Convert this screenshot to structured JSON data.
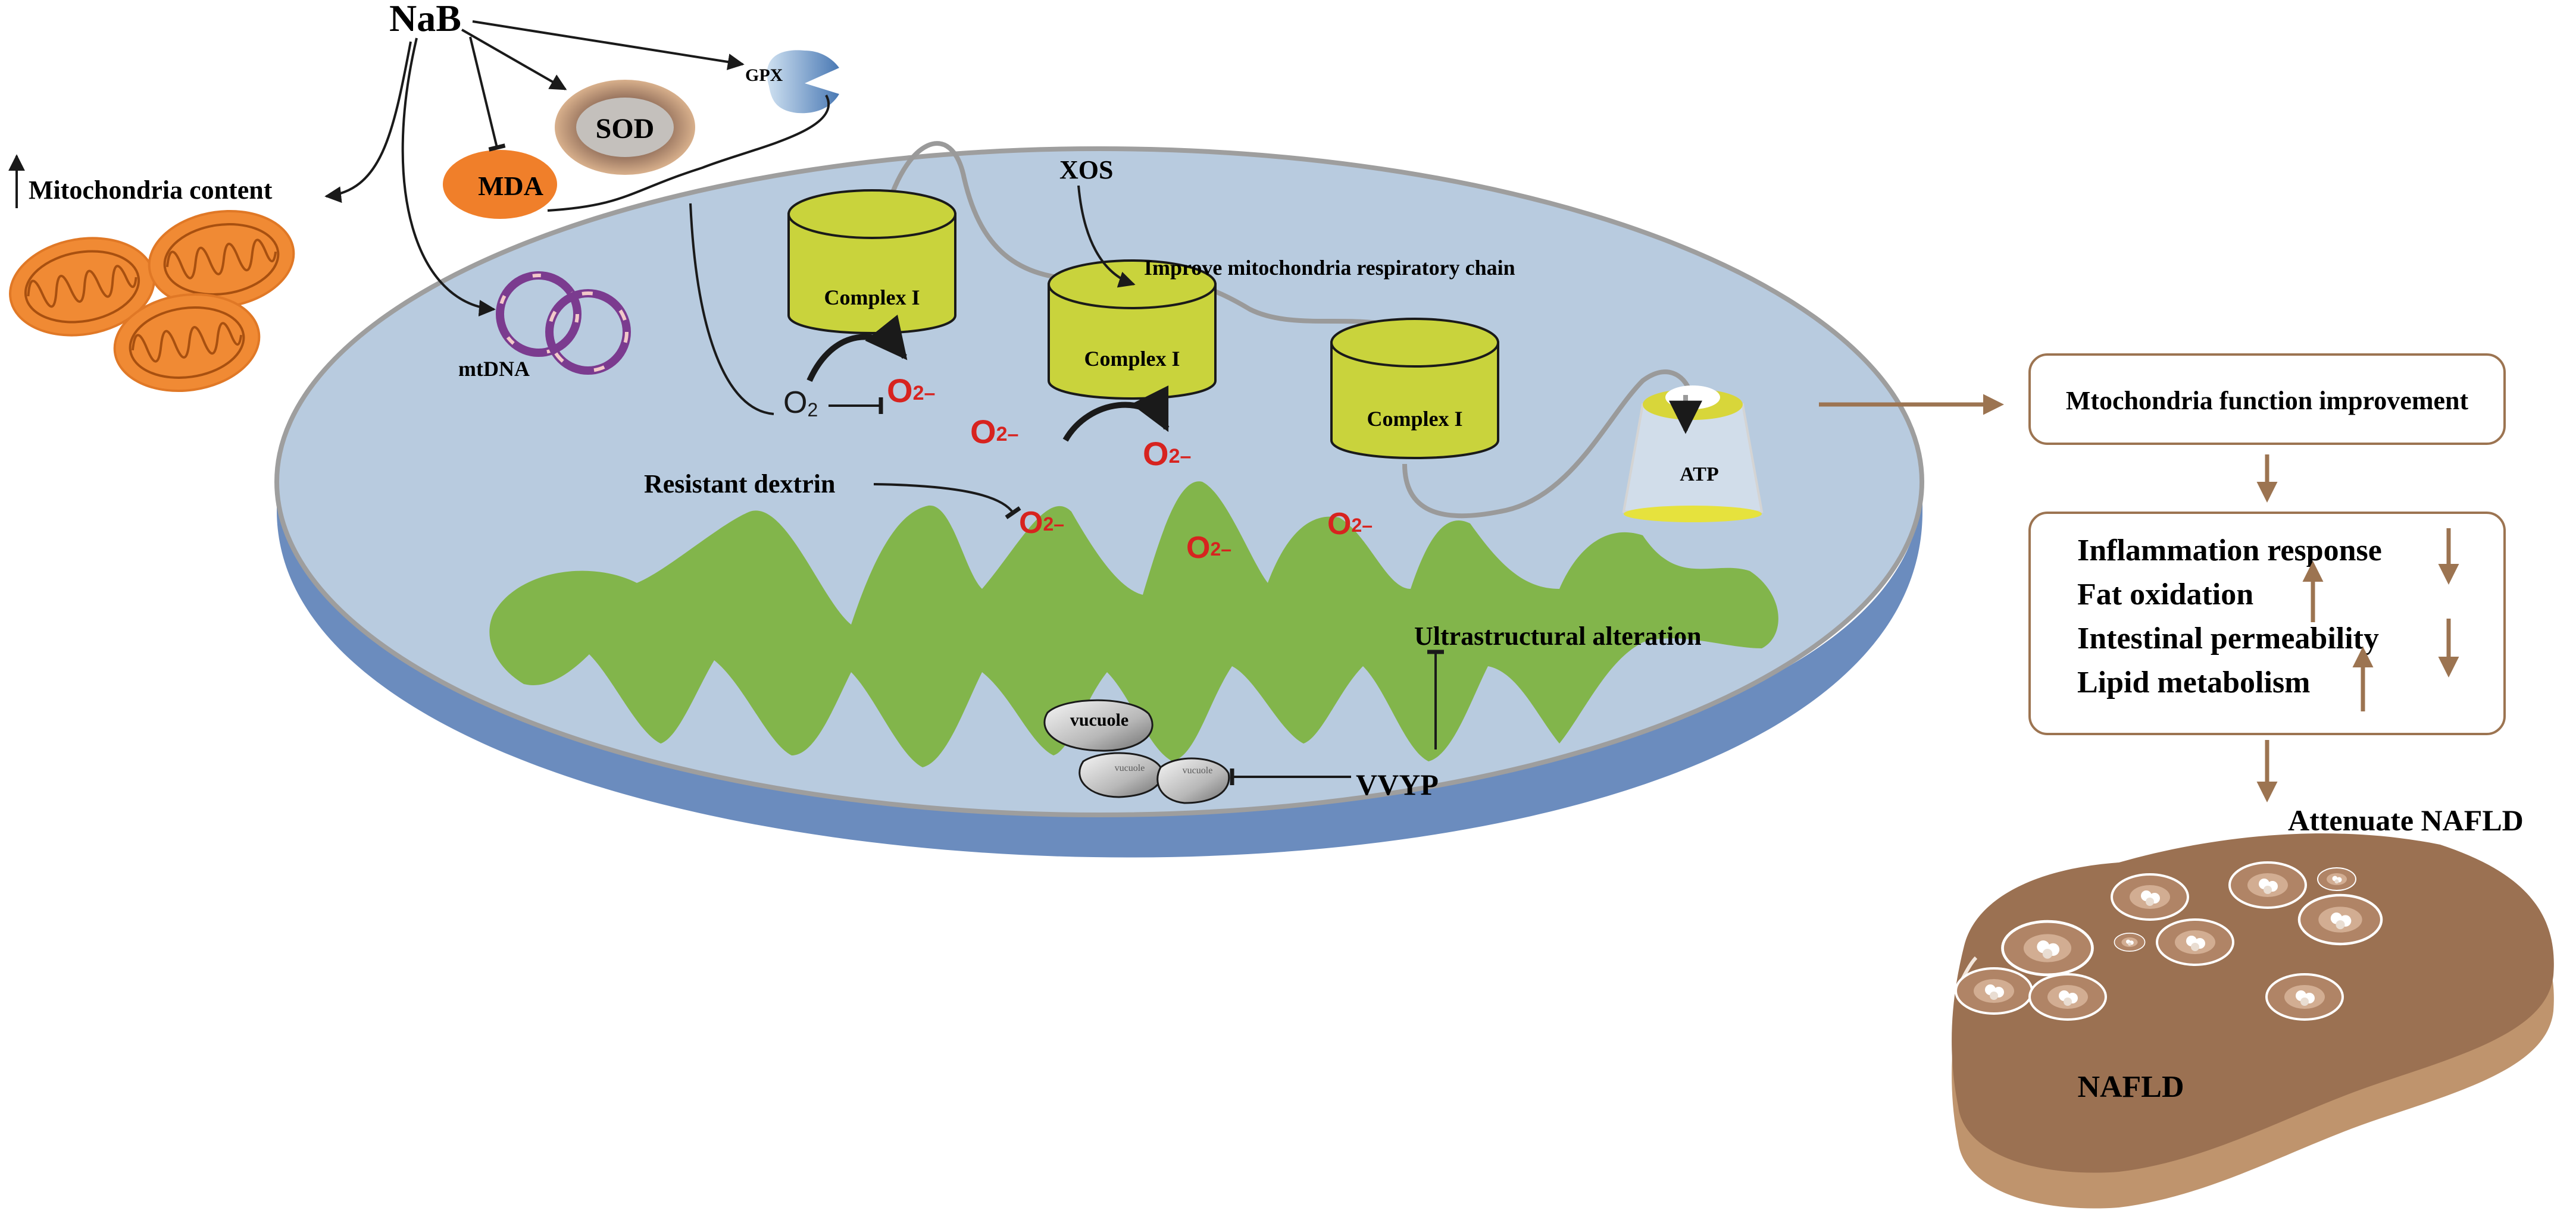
{
  "labels": {
    "nab": "NaB",
    "gpx": "GPX",
    "sod": "SOD",
    "mda": "MDA",
    "mito_content": "Mitochondria content",
    "mtdna": "mtDNA",
    "xos": "XOS",
    "improve_chain": "Improve mitochondria respiratory chain",
    "complex_1": "Complex I",
    "complex_2": "Complex I",
    "complex_3": "Complex I",
    "atp": "ATP",
    "o2": "O",
    "o2_sub": "2",
    "o2minus": "O",
    "o2minus_sup": "2–",
    "resistant_dextrin": "Resistant dextrin",
    "ultrastructural": "Ultrastructural alteration",
    "vucuole_1": "vucuole",
    "vucuole_2": "vucuole",
    "vucuole_3": "vucuole",
    "vvyp": "VVYP",
    "function_box": "Mtochondria function improvement",
    "outcome_1": "Inflammation response",
    "outcome_2": "Fat oxidation",
    "outcome_3": "Intestinal permeability",
    "outcome_4": "Lipid metabolism",
    "attenuate": "Attenuate NAFLD",
    "nafld": "NAFLD"
  },
  "outcome_directions": [
    "down",
    "up",
    "down",
    "up"
  ],
  "colors": {
    "disc_face": "#b8cbdf",
    "disc_side": "#6b8cbe",
    "cristae": "#82b54b",
    "complex": "#c9d33c",
    "mito_orange": "#f08a34",
    "mda_orange": "#f07f2a",
    "liver": "#9b7152",
    "liver_shadow": "#bf946d",
    "brown_arrow": "#9c7451",
    "o2minus_red": "#d7231f",
    "mtdna_purple": "#7b3b8f"
  }
}
